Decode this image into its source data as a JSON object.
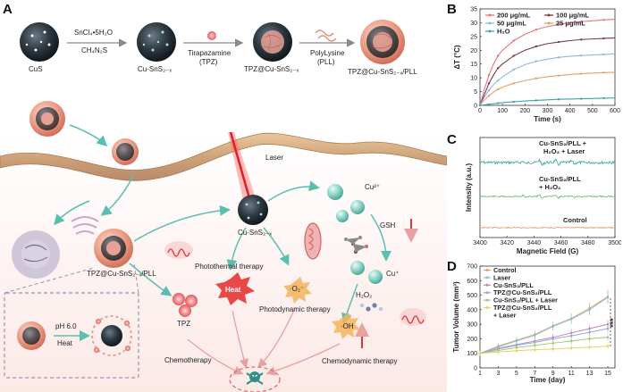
{
  "panels": {
    "a": "A",
    "b": "B",
    "c": "C",
    "d": "D"
  },
  "scheme": {
    "cus": "CuS",
    "step1_top": "SnCl₄•5H₂O",
    "step1_bottom": "CH₄N₂S",
    "cu_sns": "Cu-SnS₂₋ₓ",
    "step2_top": "Tirapazamine",
    "step2_bottom": "(TPZ)",
    "tpz_cu_sns": "TPZ@Cu-SnS₂₋ₓ",
    "step3_top": "PolyLysine",
    "step3_bottom": "(PLL)",
    "tpz_cu_sns_pll": "TPZ@Cu-SnS₂₋ₓ/PLL",
    "laser": "Laser",
    "cu_sns_center": "Cu-SnS₂₋ₓ",
    "tpz_cu_sns_pll_left": "TPZ@Cu-SnS₂₋ₓ/PLL",
    "cu2": "Cu²⁺",
    "gsh": "GSH",
    "cu1": "Cu⁺",
    "h2o2": "H₂O₂",
    "ph": "pH 6.0",
    "heat_label": "Heat",
    "ptt": "Photothermal therapy",
    "heat": "Heat",
    "o2": "·O₂⁻",
    "pdt": "Photodynamic therapy",
    "tpz": "TPZ",
    "oh": "·OH",
    "chemo": "Chemotherapy",
    "cdt": "Chemodynamic therapy"
  },
  "chart_b": {
    "type": "line",
    "ylabel": "ΔT (°C)",
    "xlabel": "Time (s)",
    "xlim": [
      0,
      600
    ],
    "ylim": [
      0,
      35
    ],
    "xticks": [
      0,
      100,
      200,
      300,
      400,
      500,
      600
    ],
    "yticks": [
      0,
      5,
      10,
      15,
      20,
      25,
      30,
      35
    ],
    "legend": [
      "200 μg/mL",
      "100 μg/mL",
      "50 μg/mL",
      "25 μg/mL",
      "H₂O"
    ],
    "colors": {
      "s200": "#e8757a",
      "s100": "#7a3b4e",
      "s50": "#8fb8e0",
      "s25": "#e3a06a",
      "h2o": "#3aa6a0"
    }
  },
  "chart_c": {
    "type": "line",
    "ylabel": "Intensity (a.u.)",
    "xlabel": "Magnetic Field (G)",
    "xlim": [
      3400,
      3500
    ],
    "xticks": [
      3400,
      3420,
      3440,
      3460,
      3480,
      3500
    ],
    "series": [
      "Cu-SnS₂/PLL + H₂O₂ + Laser",
      "Cu-SnS₂/PLL + H₂O₂",
      "Control"
    ],
    "label_top_1": "Cu-SnS₂/PLL +",
    "label_top_2": "H₂O₂ + Laser",
    "label_mid_1": "Cu-SnS₂/PLL",
    "label_mid_2": "+ H₂O₂",
    "label_ctrl": "Control",
    "colors": {
      "laser": "#3aa6a6",
      "h2o2": "#5dbf6a",
      "control": "#e8a57a"
    }
  },
  "chart_d": {
    "type": "line",
    "ylabel": "Tumor Volume (mm³)",
    "xlabel": "Time (day)",
    "xlim": [
      1,
      15
    ],
    "ylim": [
      0,
      700
    ],
    "xticks": [
      1,
      3,
      5,
      7,
      9,
      11,
      13,
      15
    ],
    "yticks": [
      0,
      100,
      200,
      300,
      400,
      500,
      600,
      700
    ],
    "legend": [
      "Control",
      "Laser",
      "Cu-SnS₂/PLL",
      "TPZ@Cu-SnS₂/PLL",
      "Cu-SnS₂/PLL + Laser",
      "TPZ@Cu-SnS₂/PLL + Laser"
    ],
    "legend_lines": [
      "Control",
      "Laser",
      "Cu-SnS₂/PLL",
      "TPZ@Cu-SnS₂/PLL",
      "Cu-SnS₂/PLL + Laser",
      "TPZ@Cu-SnS₂/PLL",
      "+ Laser"
    ],
    "signif": "***",
    "colors": [
      "#f0a070",
      "#7ec8c8",
      "#c088c0",
      "#9aaad8",
      "#a0c878",
      "#e8d06a"
    ]
  },
  "chart_data": [
    {
      "type": "line",
      "x": [
        0,
        20,
        40,
        60,
        80,
        100,
        150,
        200,
        250,
        300,
        350,
        400,
        450,
        500,
        550,
        600
      ],
      "series": [
        {
          "name": "200 μg/mL",
          "values": [
            0,
            6,
            11,
            15,
            18,
            20,
            23.5,
            25.8,
            27.5,
            28.6,
            29.4,
            30.0,
            30.4,
            30.7,
            31.0,
            31.2
          ]
        },
        {
          "name": "100 μg/mL",
          "values": [
            0,
            4,
            8,
            11,
            13.5,
            15,
            18,
            20,
            21.4,
            22.4,
            23.0,
            23.5,
            23.9,
            24.1,
            24.3,
            24.5
          ]
        },
        {
          "name": "50 μg/mL",
          "values": [
            0,
            3,
            5.5,
            7.5,
            9,
            10.3,
            13,
            14.8,
            16,
            16.8,
            17.4,
            17.8,
            18.1,
            18.3,
            18.5,
            18.7
          ]
        },
        {
          "name": "25 μg/mL",
          "values": [
            0,
            2,
            3.5,
            4.8,
            5.8,
            6.6,
            8,
            9,
            9.8,
            10.4,
            10.8,
            11.2,
            11.5,
            11.7,
            11.9,
            12.0
          ]
        },
        {
          "name": "H₂O",
          "values": [
            0,
            0.2,
            0.4,
            0.6,
            0.8,
            1.0,
            1.3,
            1.6,
            1.8,
            2.0,
            2.2,
            2.3,
            2.4,
            2.5,
            2.6,
            2.7
          ]
        }
      ]
    },
    {
      "type": "line",
      "x": [
        3400,
        3500
      ],
      "series": [
        {
          "name": "Cu-SnS₂/PLL + H₂O₂ + Laser"
        },
        {
          "name": "Cu-SnS₂/PLL + H₂O₂"
        },
        {
          "name": "Control"
        }
      ]
    },
    {
      "type": "line",
      "x": [
        1,
        3,
        5,
        7,
        9,
        11,
        13,
        15
      ],
      "series": [
        {
          "name": "Control",
          "values": [
            100,
            150,
            190,
            230,
            290,
            340,
            410,
            490
          ]
        },
        {
          "name": "Laser",
          "values": [
            100,
            145,
            185,
            225,
            285,
            335,
            400,
            485
          ]
        },
        {
          "name": "Cu-SnS₂/PLL",
          "values": [
            100,
            135,
            160,
            185,
            210,
            240,
            270,
            300
          ]
        },
        {
          "name": "TPZ@Cu-SnS₂/PLL",
          "values": [
            100,
            130,
            155,
            175,
            200,
            220,
            245,
            270
          ]
        },
        {
          "name": "Cu-SnS₂/PLL + Laser",
          "values": [
            100,
            120,
            140,
            155,
            170,
            185,
            200,
            210
          ]
        },
        {
          "name": "TPZ@Cu-SnS₂/PLL + Laser",
          "values": [
            100,
            110,
            118,
            125,
            130,
            137,
            142,
            150
          ]
        }
      ]
    }
  ]
}
